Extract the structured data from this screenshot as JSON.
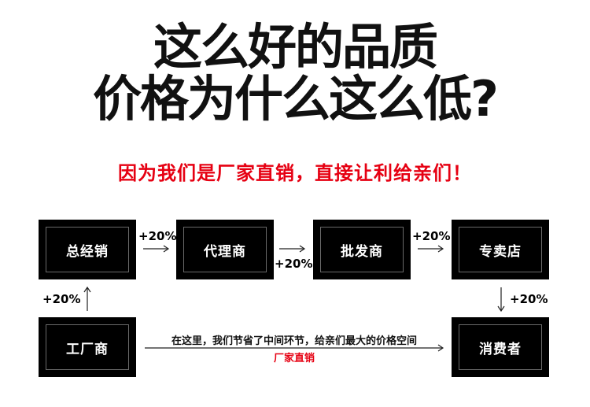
{
  "headline": {
    "line1": "这么好的品质",
    "line2": "价格为什么这么低?"
  },
  "slogan": "因为我们是厂家直销，直接让利给亲们！",
  "colors": {
    "accent_red": "#e60012",
    "box_black": "#000000",
    "box_border": "#6a6a6a"
  },
  "flow": {
    "boxes": {
      "general_distributor": "总经销",
      "agent": "代理商",
      "wholesaler": "批发商",
      "retail_store": "专卖店",
      "factory": "工厂商",
      "consumer": "消费者"
    },
    "markups": {
      "factory_to_general": "+20%",
      "general_to_agent": "+20%",
      "agent_to_wholesaler": "+20%",
      "wholesaler_to_retail": "+20%",
      "retail_to_consumer": "+20%"
    },
    "direct_note": "在这里，我们节省了中间环节，给亲们最大的价格空间",
    "direct_label": "厂家直销"
  }
}
